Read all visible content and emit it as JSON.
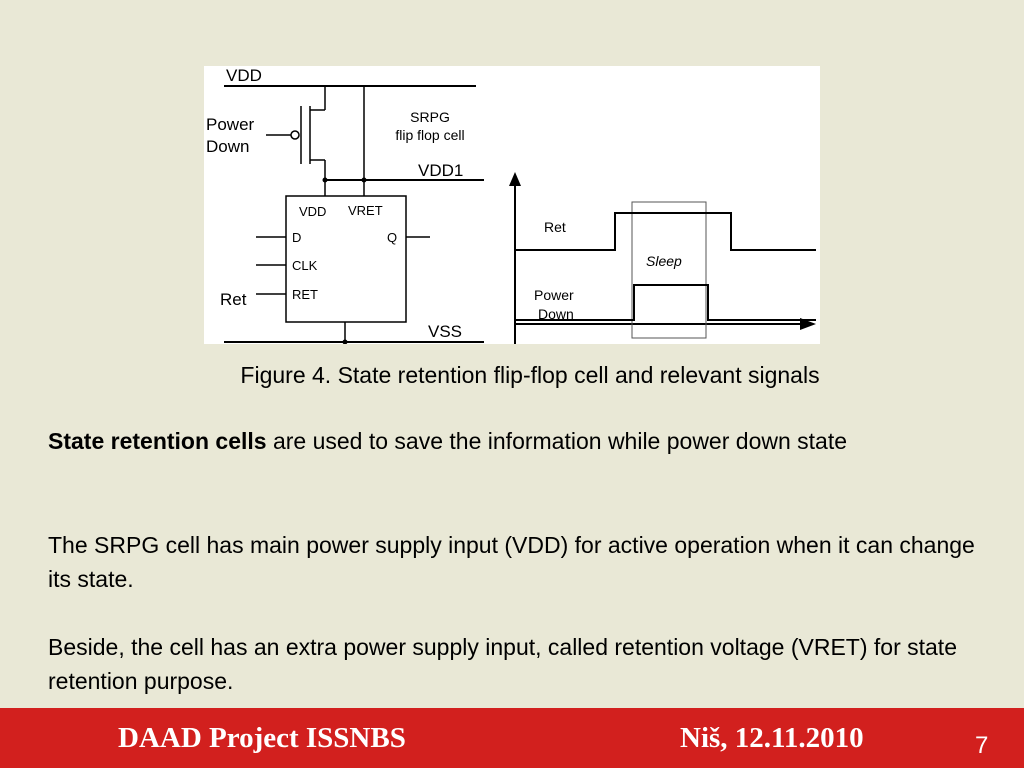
{
  "diagram": {
    "vdd": "VDD",
    "power_down_line1": "Power",
    "power_down_line2": "Down",
    "srpg_line1": "SRPG",
    "srpg_line2": "flip flop cell",
    "vdd1": "VDD1",
    "cell_vdd": "VDD",
    "cell_vret": "VRET",
    "pin_d": "D",
    "pin_q": "Q",
    "pin_clk": "CLK",
    "pin_ret": "RET",
    "ret_input": "Ret",
    "vss": "VSS",
    "wave_ret": "Ret",
    "wave_sleep": "Sleep",
    "wave_pd_line1": "Power",
    "wave_pd_line2": "Down"
  },
  "caption": "Figure 4. State retention flip-flop cell and relevant signals",
  "paragraphs": {
    "p1_bold": "State retention cells",
    "p1_rest": " are used to save the information while power down state",
    "p2": "The SRPG cell has main power supply input (VDD) for active operation when it can change its state.",
    "p3": "Beside, the cell has an extra power supply input, called retention voltage (VRET) for state retention purpose."
  },
  "footer": {
    "project": "DAAD Project ISSNBS",
    "place_date": "Niš, 12.11.2010",
    "page_number": "7"
  },
  "colors": {
    "background": "#e9e8d6",
    "footer_bar": "#d2201e"
  }
}
